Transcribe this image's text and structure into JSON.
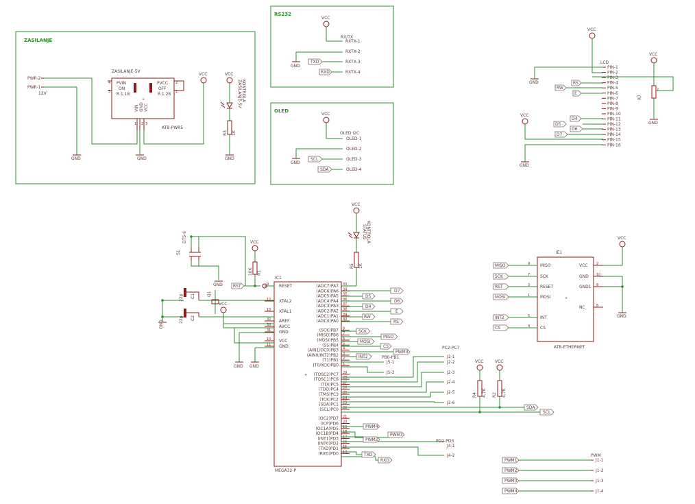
{
  "sections": {
    "zasilanje": "ZASILANJE",
    "rs232": "RS232",
    "oled": "OLED",
    "lcd": "LCD"
  },
  "power": {
    "pwr2": "PWR-2",
    "pwr1": "PWR-1",
    "v12": "12V",
    "module": "ZASILANJE-5V",
    "pvin": "PVIN",
    "pvcc": "PVCC",
    "on": "ON",
    "off": "OFF",
    "r18a": "R.1.18",
    "r18b": "R.1.28",
    "vin": "VIN",
    "gnd": "GND",
    "vcc": "VCC",
    "chip": "ATB-PWR5",
    "led": "ZASILANJE-5V",
    "led2": "KONTROLA",
    "r3": "R3",
    "r3v": "1K"
  },
  "rs232": {
    "rxtx": "RX/TX",
    "p1": "RXTX-1",
    "p2": "RXTX-2",
    "p3": "RXTX-3",
    "p4": "RXTX-4",
    "txd": "TXD",
    "rxd": "RXD"
  },
  "oled": {
    "name": "OLED I2C",
    "p1": "OLED-1",
    "p2": "OLED-2",
    "p3": "OLED-3",
    "p4": "OLED-4",
    "scl": "SCL",
    "sda": "SDA"
  },
  "lcd": {
    "pins": [
      "PIN-1",
      "PIN-2",
      "PIN-3",
      "PIN-4",
      "PIN-5",
      "PIN-6",
      "PIN-7",
      "PIN-8",
      "PIN-9",
      "PIN-10",
      "PIN-11",
      "PIN-12",
      "PIN-13",
      "PIN-14",
      "PIN-15",
      "PIN-16"
    ],
    "rs": "RS",
    "rw": "RW",
    "e": "E",
    "d4": "D4",
    "d5": "D5",
    "d6": "D6",
    "d7": "D7",
    "r7": "R7",
    "r7pin": "2"
  },
  "common": {
    "vcc": "VCC",
    "gnd": "GND"
  },
  "mcu": {
    "name": "IC1",
    "part": "MEGA32-P",
    "left": [
      {
        "n": "9",
        "l": "RESET"
      },
      {
        "n": "12",
        "l": "XTAL2"
      },
      {
        "n": "13",
        "l": "XTAL1"
      },
      {
        "n": "32",
        "l": "AREF"
      },
      {
        "n": "30",
        "l": "AVCC"
      },
      {
        "n": "31",
        "l": "GND"
      },
      {
        "n": "10",
        "l": "VCC"
      },
      {
        "n": "11",
        "l": "GND"
      }
    ],
    "right": [
      {
        "n": "33",
        "l": "(ADC7)PA7"
      },
      {
        "n": "34",
        "l": "(ADC6)PA6"
      },
      {
        "n": "35",
        "l": "(ADC5)PA5"
      },
      {
        "n": "36",
        "l": "(ADC4)PA4"
      },
      {
        "n": "37",
        "l": "(ADC3)PA3"
      },
      {
        "n": "38",
        "l": "(ADC2)PA2"
      },
      {
        "n": "39",
        "l": "(ADC1)PA1"
      },
      {
        "n": "40",
        "l": "(ADC0)PA0"
      },
      {
        "n": "8",
        "l": "(SCK)PB7"
      },
      {
        "n": "7",
        "l": "(MISO)PB6"
      },
      {
        "n": "6",
        "l": "(MOSI)PB5"
      },
      {
        "n": "5",
        "l": "(SS)PB4"
      },
      {
        "n": "4",
        "l": "(AIN1/OC0)PB3"
      },
      {
        "n": "3",
        "l": "(AIN0/INT2)PB2"
      },
      {
        "n": "2",
        "l": "(T1)PB1"
      },
      {
        "n": "1",
        "l": "(T0/XCK)PB0"
      },
      {
        "n": "29",
        "l": "(TOSC2)PC7"
      },
      {
        "n": "28",
        "l": "(TOSC1)PC6"
      },
      {
        "n": "27",
        "l": "(TDI)PC5"
      },
      {
        "n": "26",
        "l": "(TDO)PC4"
      },
      {
        "n": "25",
        "l": "(TMS)PC3"
      },
      {
        "n": "24",
        "l": "(TCK)PC2"
      },
      {
        "n": "23",
        "l": "(SDA)PC1"
      },
      {
        "n": "22",
        "l": "(SCL)PC0"
      },
      {
        "n": "21",
        "l": "(OC2)PD7"
      },
      {
        "n": "20",
        "l": "(ICP)PD6"
      },
      {
        "n": "19",
        "l": "(OC1A)PD5"
      },
      {
        "n": "18",
        "l": "(OC1B)PD4"
      },
      {
        "n": "17",
        "l": "(INT1)PD3"
      },
      {
        "n": "16",
        "l": "(INT0)PD2"
      },
      {
        "n": "15",
        "l": "(TXD)PD1"
      },
      {
        "n": "14",
        "l": "(RXD)PD0"
      }
    ],
    "nets": {
      "d7": "D7",
      "d5": "D5",
      "d6": "D6",
      "d4": "D4",
      "e": "E",
      "rw": "RW",
      "rs": "RS",
      "sck": "SCK",
      "miso": "MISO",
      "mosi": "MOSI",
      "cs": "CS",
      "pwm3": "PWM3",
      "int2": "INT2",
      "pb": "PB0-PB1",
      "j5_1": "J5-1",
      "j5_2": "J5-2",
      "pc": "PC2-PC7",
      "j2_1": "J2-1",
      "j2_2": "J2-2",
      "j2_3": "J2-3",
      "j2_4": "J2-4",
      "j2_5": "J2-5",
      "j2_6": "J2-6",
      "sda": "SDA",
      "scl": "SCL",
      "pwm4": "PWM4",
      "pwm2": "PWM2",
      "pd": "PD2-PD3",
      "j4_1": "J4-1",
      "j4_2": "J4-2",
      "txd": "TXD",
      "rxd": "RXD"
    }
  },
  "reset": {
    "s1": "S1",
    "dts": "DTS-6",
    "r1": "R1",
    "r1v": "10K",
    "rst": "RST",
    "c1": "C1",
    "c2": "C2",
    "c22a": "22p",
    "c22b": "22p",
    "q": "Q1"
  },
  "status": {
    "led": "STATUS",
    "led2": "KONTROLA",
    "r": "R5",
    "rv": "1K"
  },
  "pullups": {
    "r4": "R4",
    "r2": "R2",
    "v": "4,7K"
  },
  "eth": {
    "name": "IE1",
    "part": "ATB-ETHERNET",
    "left": [
      {
        "n": "9",
        "l": "MISO",
        "net": "MISO"
      },
      {
        "n": "7",
        "l": "SCK",
        "net": "SCK"
      },
      {
        "n": "3",
        "l": "RESET",
        "net": "RST"
      },
      {
        "n": "1",
        "l": "MOSI",
        "net": "MOSI"
      },
      {
        "n": "5",
        "l": "INT",
        "net": "INT2"
      },
      {
        "n": "4",
        "l": "CS",
        "net": "CS"
      }
    ],
    "right": [
      {
        "n": "2",
        "l": "VCC"
      },
      {
        "n": "10",
        "l": "GND"
      },
      {
        "n": "8",
        "l": "GND1"
      },
      {
        "n": "6",
        "l": "NC"
      }
    ]
  },
  "pwm": {
    "title": "PWM",
    "nets": [
      "PWM1",
      "PWM2",
      "PWM3",
      "PWM4"
    ],
    "pins": [
      "J1-1",
      "J1-2",
      "J1-3",
      "J1-4"
    ]
  }
}
